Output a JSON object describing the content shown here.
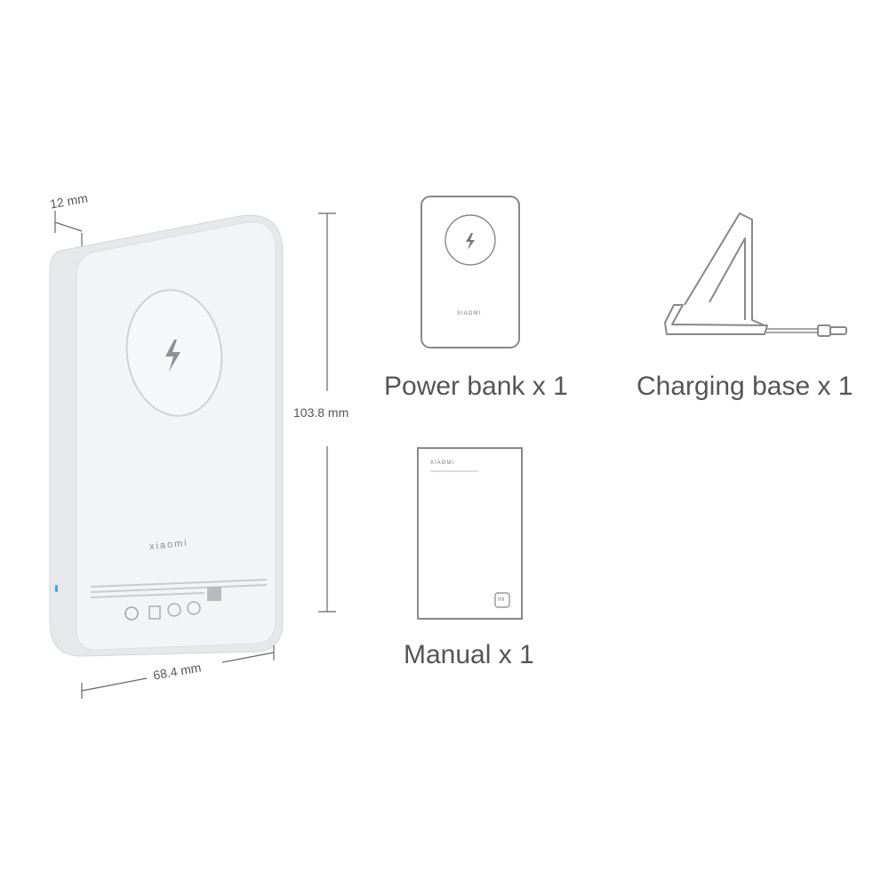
{
  "dimensions": {
    "depth": "12 mm",
    "height": "103.8 mm",
    "width": "68.4 mm"
  },
  "brand": {
    "product_logo": "xiaomi",
    "mini_logo": "XIAOMI",
    "manual_logo": "XIAOMI",
    "manual_badge": "mi"
  },
  "items": [
    {
      "label": "Power bank x 1"
    },
    {
      "label": "Charging base x 1"
    },
    {
      "label": "Manual x 1"
    }
  ],
  "icons": {
    "bolt": "lightning-bolt-icon"
  },
  "colors": {
    "product_body": "#eceef0",
    "product_face": "#f4f5f6",
    "outline": "#8a8a8a",
    "led": "#3aa0ff"
  }
}
